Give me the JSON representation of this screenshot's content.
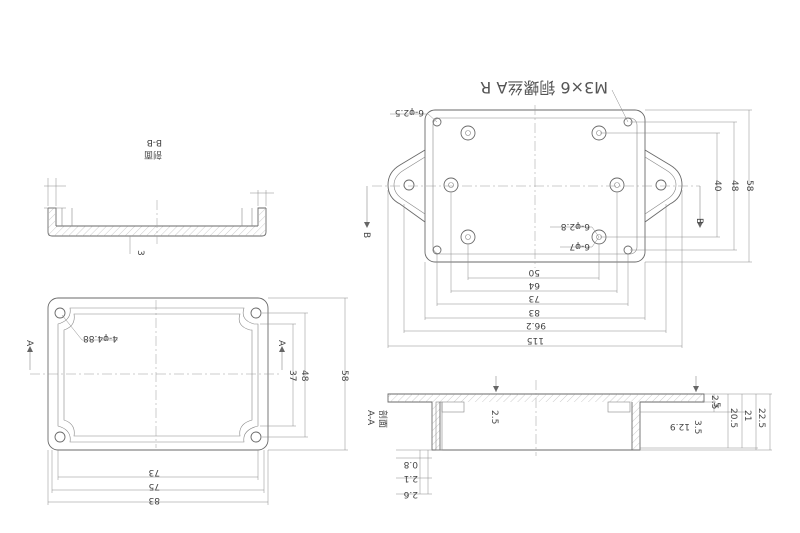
{
  "colors": {
    "line": "#6a6a6a",
    "text": "#444444",
    "background": "#ffffff"
  },
  "top_right": {
    "screw_note": "M3×6 铜螺丝A R",
    "holes_a": "6-φ2.5",
    "holes_b": "6-φ2.8",
    "holes_c": "6-φ7",
    "dims_h": [
      "50",
      "64",
      "73",
      "83",
      "96.2",
      "115"
    ],
    "dims_v": [
      "40",
      "48",
      "58"
    ],
    "section_mark": "B"
  },
  "top_left": {
    "label_main": "B-B",
    "label_sub": "剖面",
    "dim_thk": "3"
  },
  "bottom_left": {
    "holes": "4-φ4.88",
    "dims_h": [
      "73",
      "75",
      "83"
    ],
    "dims_v": [
      "37",
      "48",
      "58"
    ],
    "section_mark": "A"
  },
  "bottom_right": {
    "label_main": "A-A",
    "label_sub": "剖面",
    "dim_25": "2.5",
    "dim_129": "12.9",
    "dim_35": "3.5",
    "dims_v": [
      "2.5",
      "5",
      "20.5",
      "21",
      "22.5"
    ],
    "dims_bottom": [
      "0.8",
      "2.1",
      "2.6"
    ]
  }
}
